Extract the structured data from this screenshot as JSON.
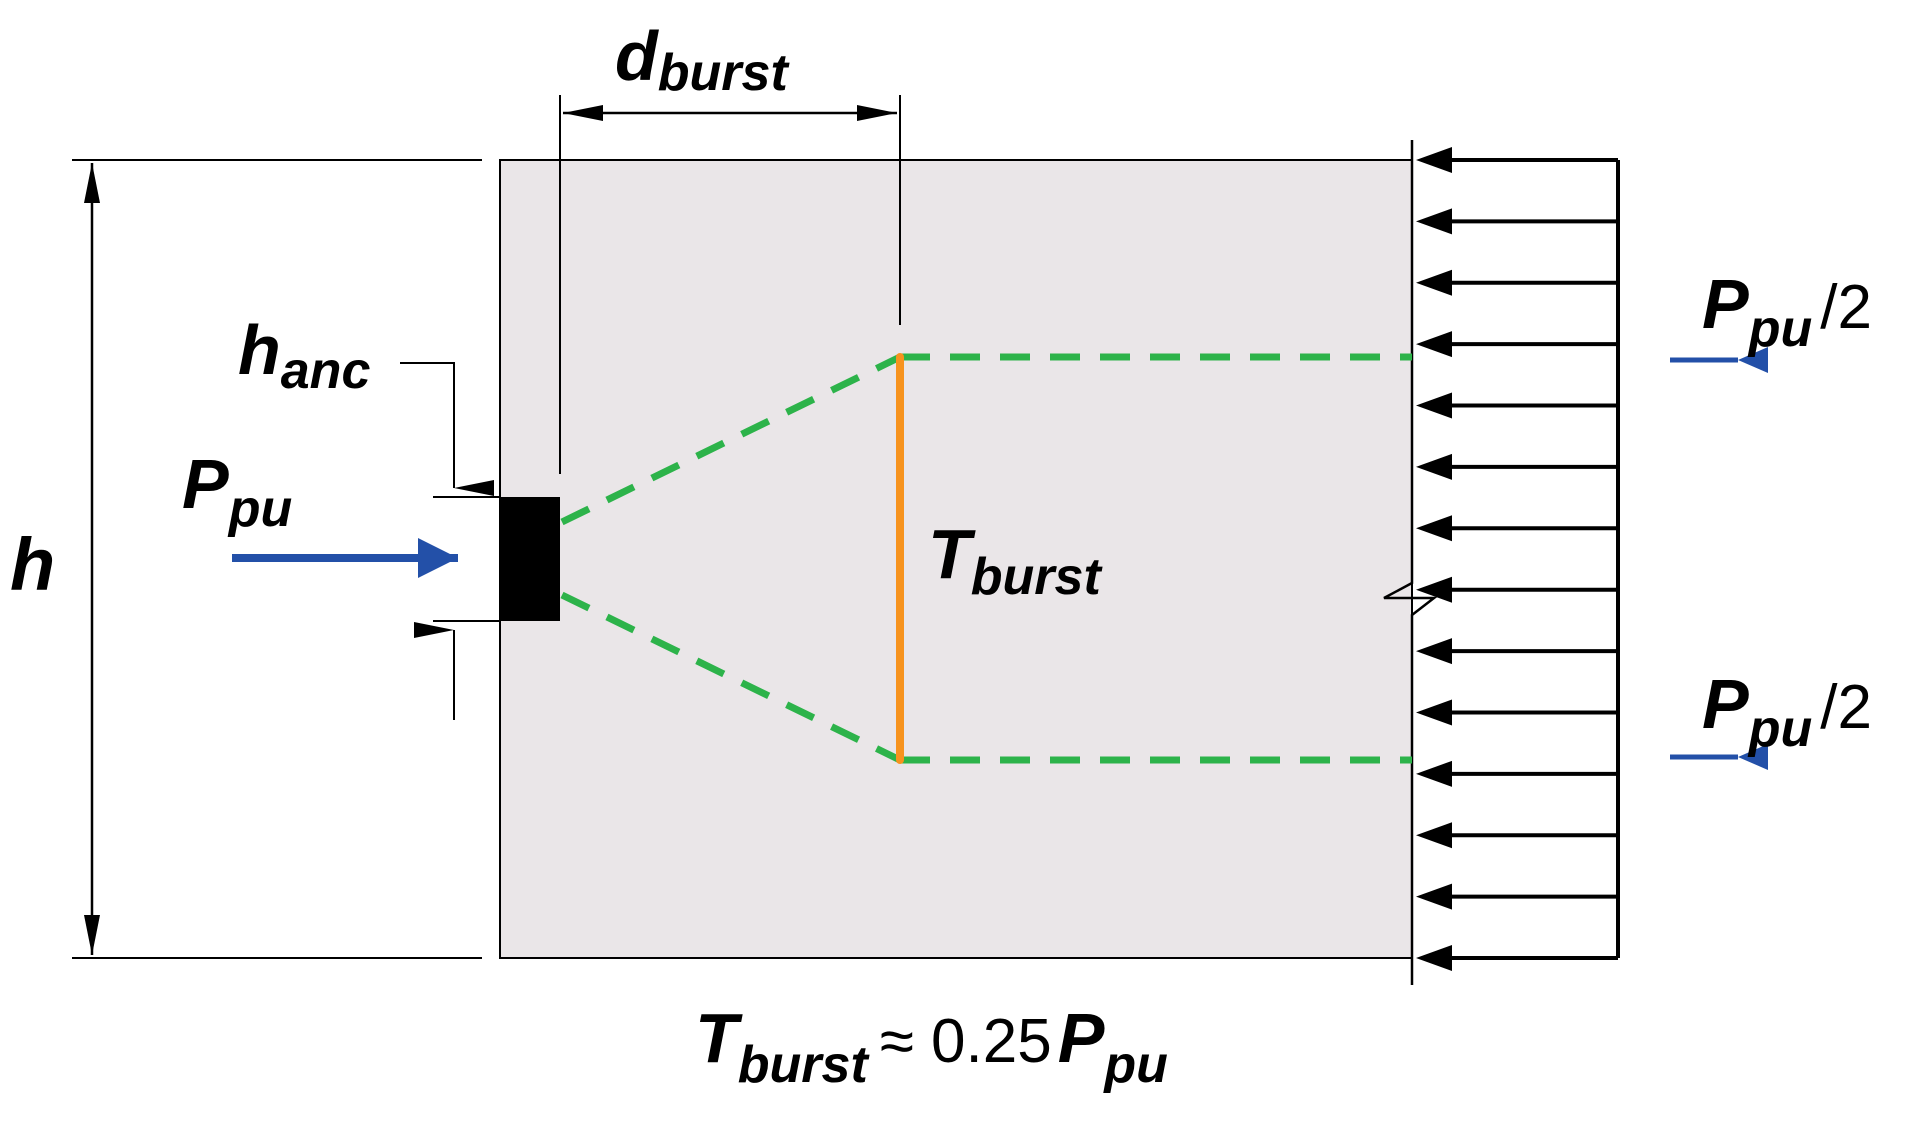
{
  "labels": {
    "d_main": "d",
    "d_sub": "burst",
    "h": "h",
    "hanc_main": "h",
    "hanc_sub": "anc",
    "ppu_main": "P",
    "ppu_sub": "pu",
    "tburst_main": "T",
    "tburst_sub": "burst",
    "half_top_main": "P",
    "half_top_sub": "pu",
    "half_top_div": "/2",
    "half_bot_main": "P",
    "half_bot_sub": "pu",
    "half_bot_div": "/2",
    "eq_t_main": "T",
    "eq_t_sub": "burst",
    "eq_op": "≈ 0.25",
    "eq_p_main": "P",
    "eq_p_sub": "pu"
  },
  "colors": {
    "block_fill": "#eae6e8",
    "strut": "#2db34a",
    "tie": "#f7931e",
    "load_arrow": "#2350a8",
    "line": "#000000"
  },
  "stress_arrow_count": 14
}
